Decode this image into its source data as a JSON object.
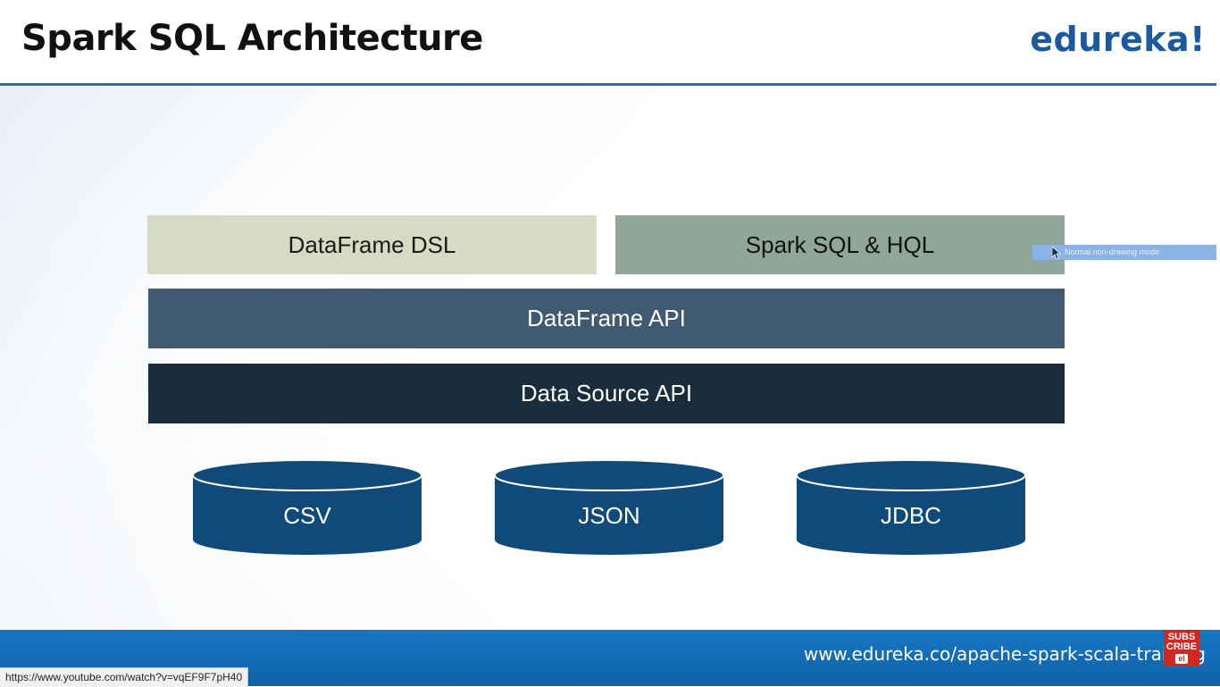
{
  "slide": {
    "title": "Spark SQL Architecture",
    "logo": "edureka!"
  },
  "diagram": {
    "top_left": "DataFrame DSL",
    "top_right": "Spark SQL & HQL",
    "middle": "DataFrame API",
    "bottom": "Data Source API",
    "sources": [
      "CSV",
      "JSON",
      "JDBC"
    ]
  },
  "overlay": {
    "tooltip": "Normal non-drawing mode",
    "subscribe_line1": "SUBS",
    "subscribe_line2": "CRIBE",
    "subscribe_badge": "el"
  },
  "footer": {
    "url": "www.edureka.co/apache-spark-scala-training"
  },
  "browser": {
    "status_url": "https://www.youtube.com/watch?v=vqEF9F7pH40"
  },
  "colors": {
    "title_rule": "#1e6fb5",
    "dsl_block": "#d6dcc3",
    "sql_block": "#91a69b",
    "dataframe_api": "#3f5a71",
    "data_source_api": "#1a2d3d",
    "cylinder": "#0f4a78",
    "footer": "#1677c2"
  }
}
